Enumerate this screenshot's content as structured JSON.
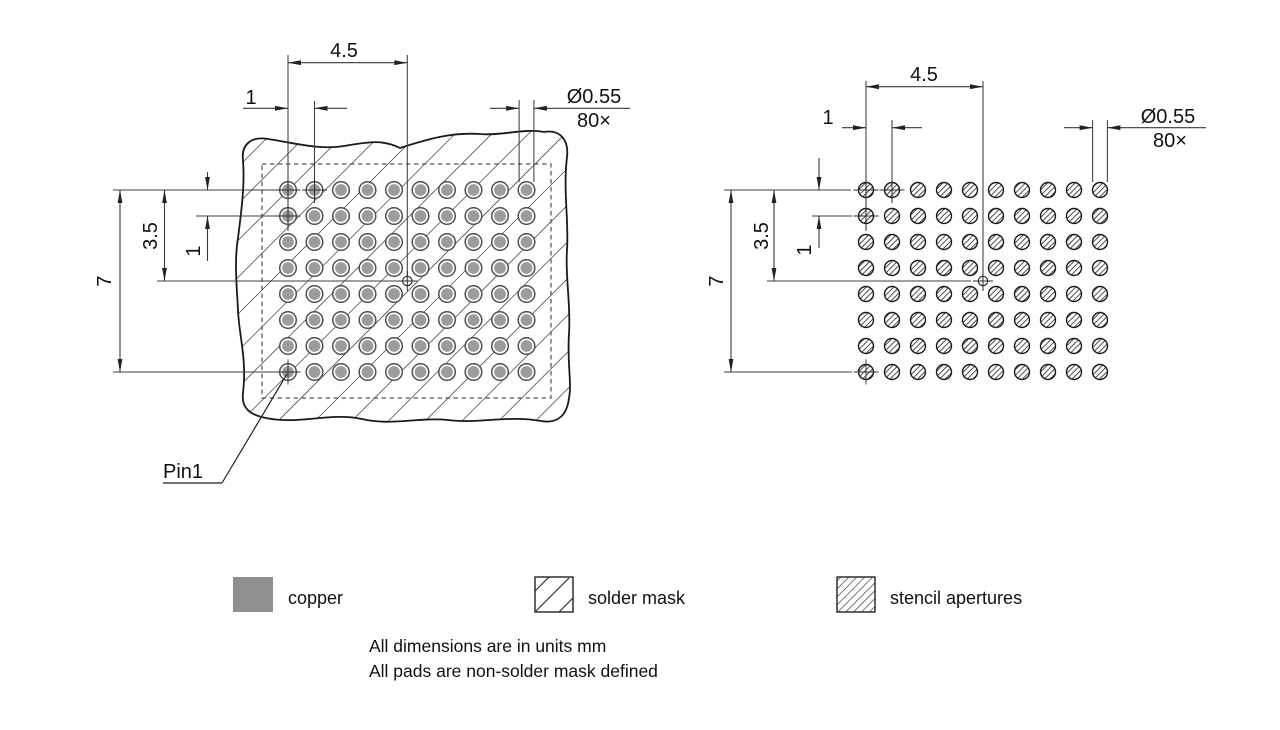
{
  "copper_diagram": {
    "dims": {
      "pitch_x": "1",
      "col1_to_center": "4.5",
      "pitch_y": "1",
      "row1_to_center": "3.5",
      "total_height": "7",
      "pad_diameter": "Ø0.55",
      "pad_count": "80×"
    },
    "pin1_label": "Pin1",
    "grid": {
      "columns": 10,
      "rows": 8,
      "pads": 80
    }
  },
  "stencil_diagram": {
    "dims": {
      "pitch_x": "1",
      "col1_to_center": "4.5",
      "pitch_y": "1",
      "row1_to_center": "3.5",
      "total_height": "7",
      "aperture_diameter": "Ø0.55",
      "aperture_count": "80×"
    },
    "grid": {
      "columns": 10,
      "rows": 8,
      "apertures": 80
    }
  },
  "legend": {
    "copper_label": "copper",
    "solder_mask_label": "solder mask",
    "stencil_label": "stencil apertures"
  },
  "notes": {
    "line1": "All dimensions are in units mm",
    "line2": "All pads are non-solder mask defined"
  },
  "colors": {
    "copper": "#8f8f8f",
    "pad_fill": "#9c9c9c",
    "line": "#1a1a1a",
    "dim_line": "#3a3a3a"
  }
}
